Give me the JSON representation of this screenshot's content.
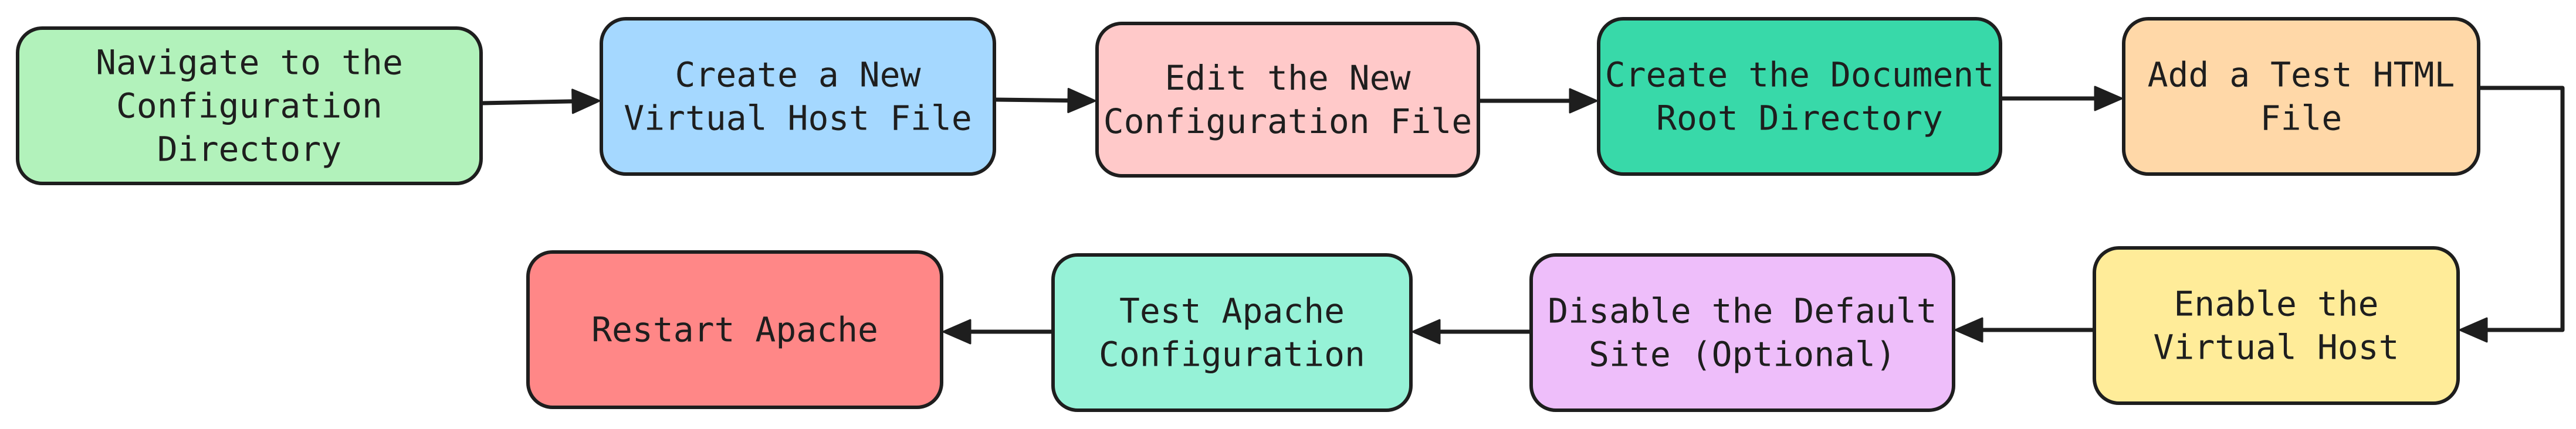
{
  "nodes": [
    {
      "id": "navigate",
      "lines": [
        "Navigate to the",
        "Configuration",
        "Directory"
      ],
      "fill": "#b2f2bb"
    },
    {
      "id": "create-vhost",
      "lines": [
        "Create a New",
        "Virtual Host File"
      ],
      "fill": "#a5d8ff"
    },
    {
      "id": "edit-config",
      "lines": [
        "Edit the New",
        "Configuration File"
      ],
      "fill": "#ffc9c9"
    },
    {
      "id": "create-docroot",
      "lines": [
        "Create the Document",
        "Root Directory"
      ],
      "fill": "#38d9a9"
    },
    {
      "id": "add-test-html",
      "lines": [
        "Add a Test HTML",
        "File"
      ],
      "fill": "#ffd8a8"
    },
    {
      "id": "enable-vhost",
      "lines": [
        "Enable the",
        "Virtual Host"
      ],
      "fill": "#ffec99"
    },
    {
      "id": "disable-default",
      "lines": [
        "Disable the Default",
        "Site (Optional)"
      ],
      "fill": "#eebefa"
    },
    {
      "id": "test-config",
      "lines": [
        "Test Apache",
        "Configuration"
      ],
      "fill": "#96f2d7"
    },
    {
      "id": "restart",
      "lines": [
        "Restart Apache"
      ],
      "fill": "#ff8787"
    }
  ],
  "edges": [
    {
      "from": "navigate",
      "to": "create-vhost"
    },
    {
      "from": "create-vhost",
      "to": "edit-config"
    },
    {
      "from": "edit-config",
      "to": "create-docroot"
    },
    {
      "from": "create-docroot",
      "to": "add-test-html"
    },
    {
      "from": "add-test-html",
      "to": "enable-vhost"
    },
    {
      "from": "enable-vhost",
      "to": "disable-default"
    },
    {
      "from": "disable-default",
      "to": "test-config"
    },
    {
      "from": "test-config",
      "to": "restart"
    }
  ]
}
